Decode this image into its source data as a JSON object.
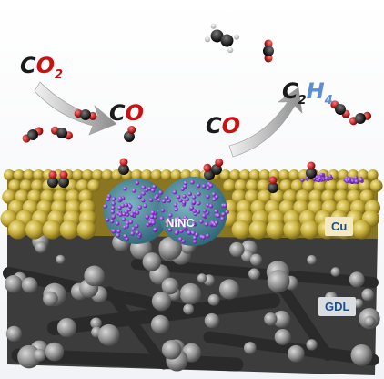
{
  "labels": {
    "co2": {
      "main": "C",
      "accent": "O",
      "sub": "2"
    },
    "co_left": {
      "main": "C",
      "accent": "O"
    },
    "co_right": {
      "main": "C",
      "accent": "O"
    },
    "c2h4": {
      "c": "C",
      "c_sub": "2",
      "h": "H",
      "h_sub": "4"
    },
    "ninc": "NiNC",
    "cu": "Cu",
    "gdl": "GDL"
  },
  "colors": {
    "text_dark": "#1a1a1a",
    "oxygen_red": "#cc1111",
    "hydrogen_blue": "#5b8fd6",
    "cu_gold": "#c8b040",
    "gdl_gray": "#5a5a5a",
    "ninc_teal": "#3f7f8f",
    "ninc_purple": "#8a3fd0",
    "tag_text": "#1b4f8a"
  }
}
